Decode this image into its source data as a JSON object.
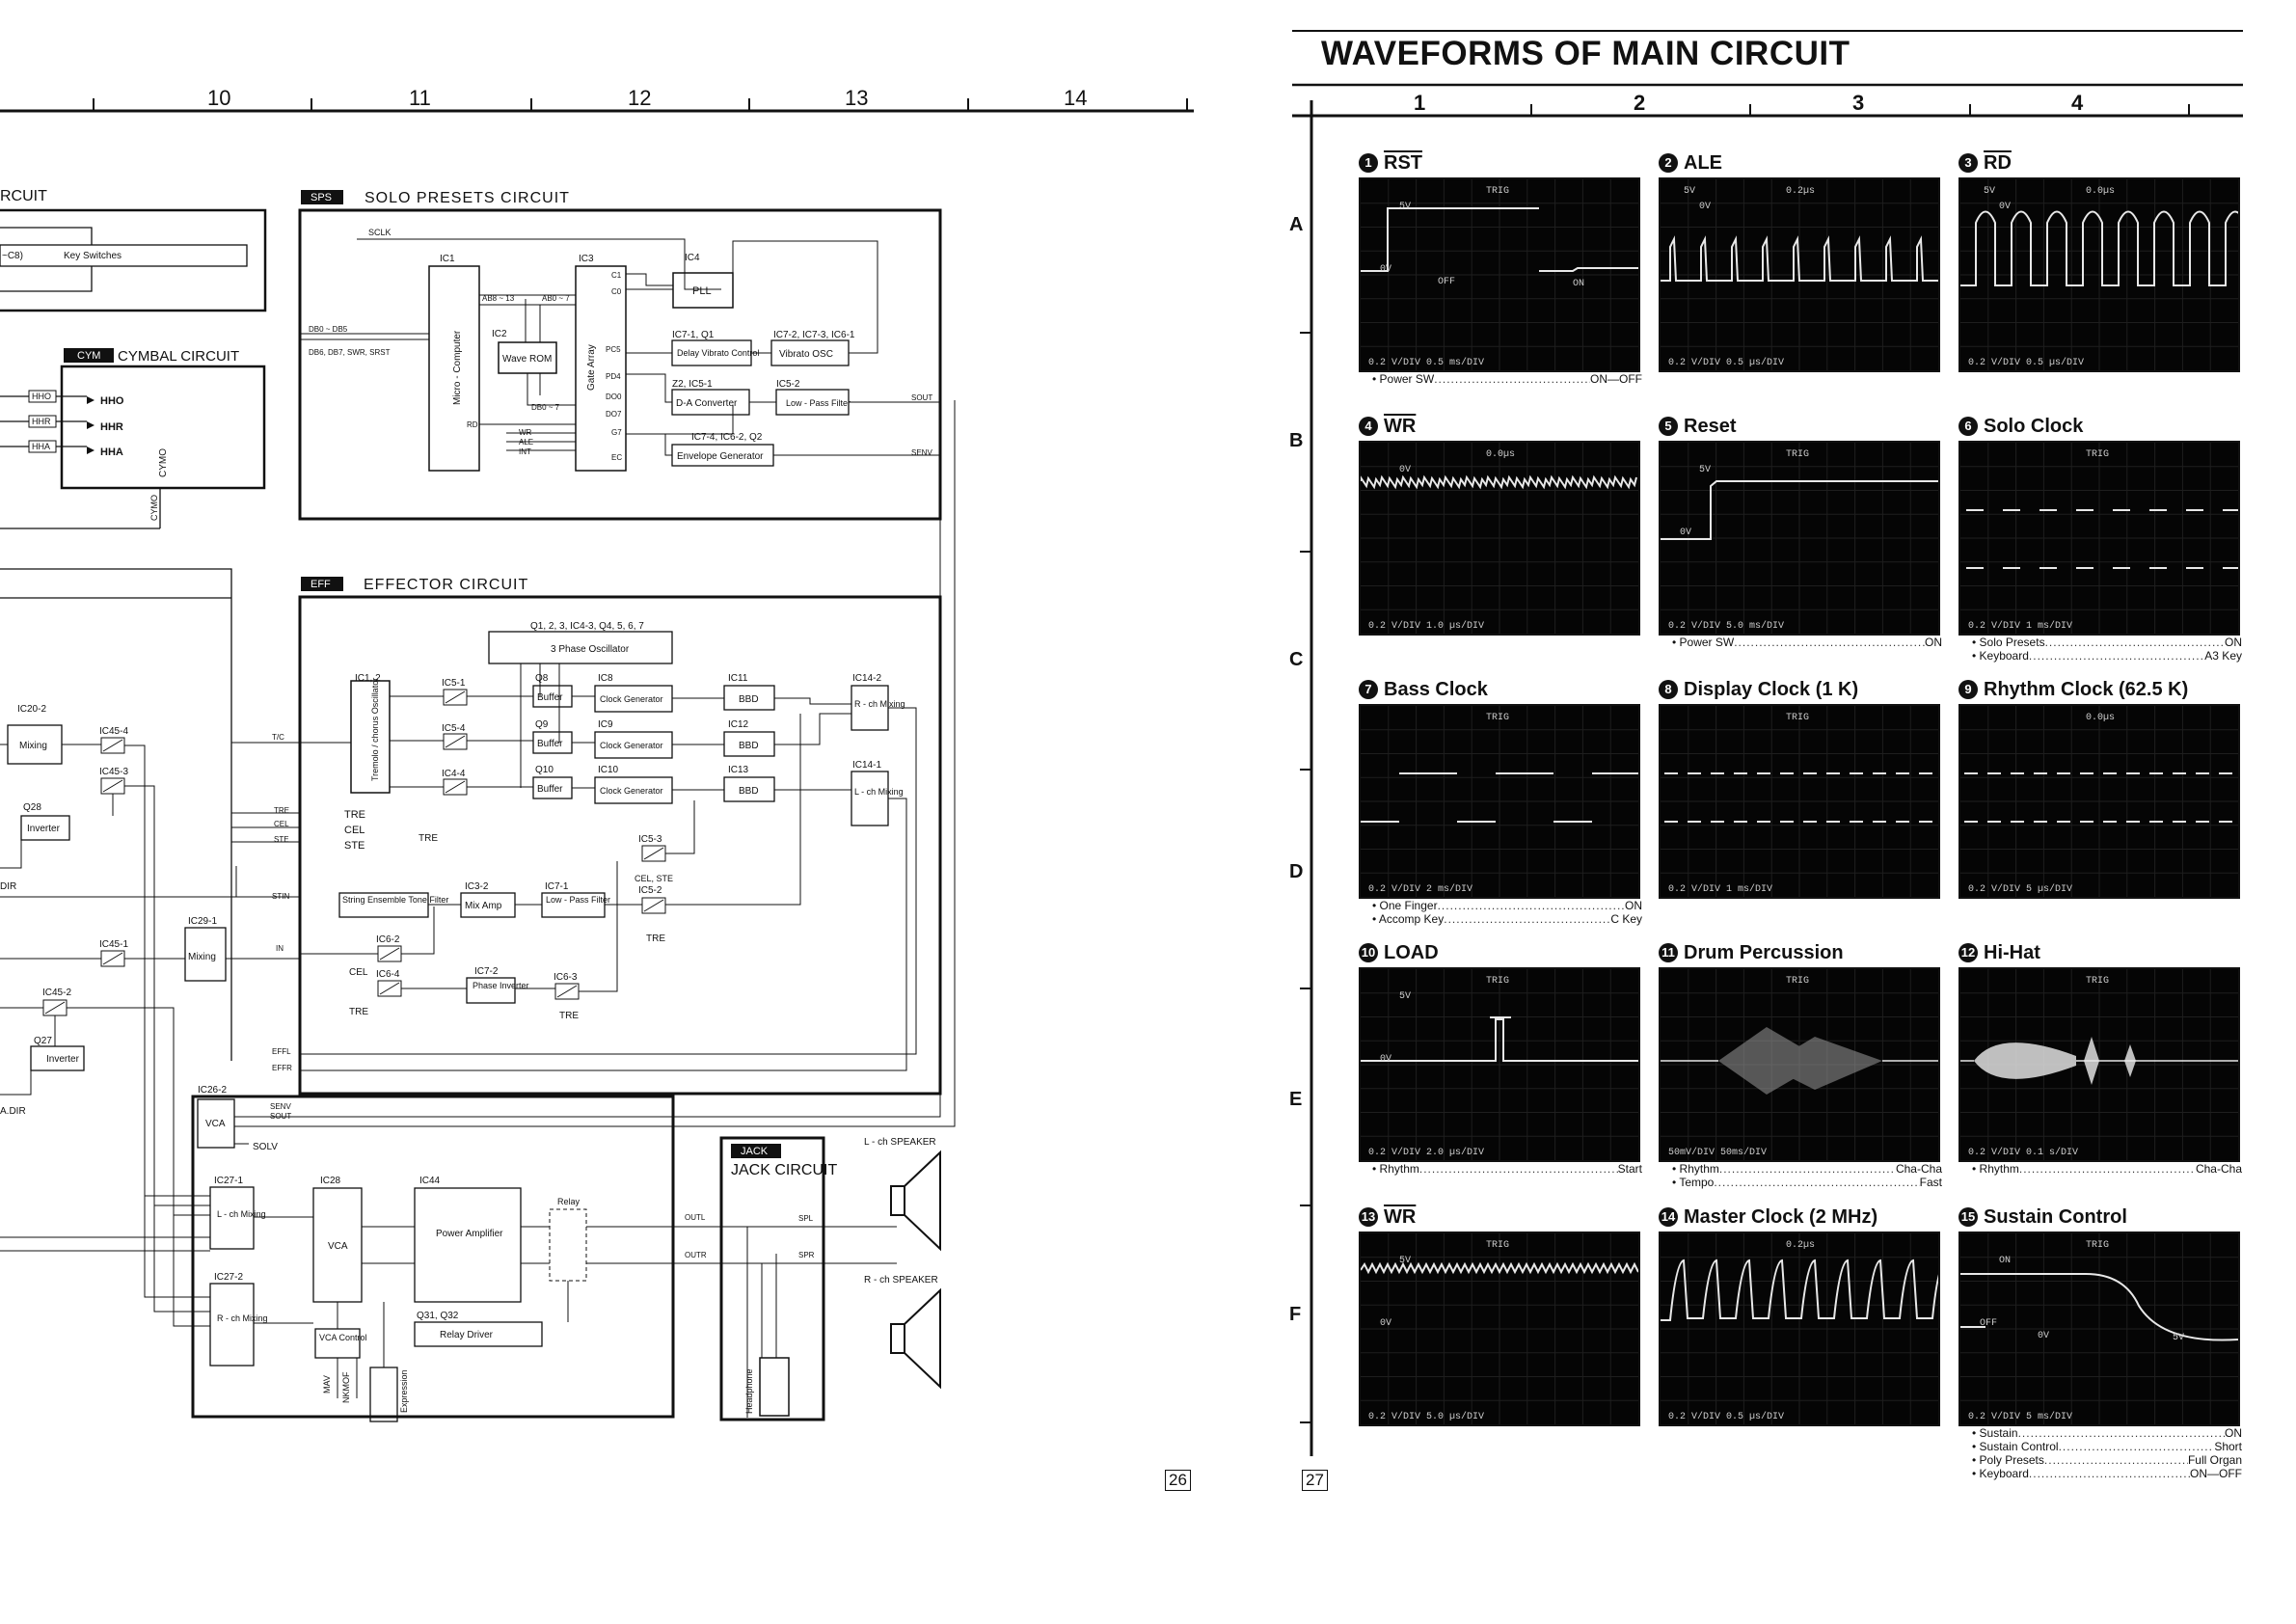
{
  "left_page": {
    "page_number": "26",
    "ruler_numbers": [
      "10",
      "11",
      "12",
      "13",
      "14"
    ],
    "blocks": {
      "key_circuit": {
        "title_fragment": "RCUIT",
        "key_switches": "Key Switches",
        "key_range_fragment": "~C8)"
      },
      "cymbal": {
        "tag": "CYM",
        "title": "CYMBAL CIRCUIT",
        "signals": [
          "HHO",
          "HHR",
          "HHA"
        ],
        "outputs": [
          "HHO",
          "HHR",
          "HHA"
        ],
        "cymo": "CYMO"
      },
      "solo": {
        "tag": "SPS",
        "title": "SOLO PRESETS CIRCUIT",
        "sclk": "SCLK",
        "ic1": "IC1",
        "micro": "Micro - Computer",
        "ic2": "IC2",
        "wave_rom": "Wave ROM",
        "ic3": "IC3",
        "gate_array": "Gate Array",
        "ic4": "IC4",
        "pll": "PLL",
        "delay_vib_ref": "IC7-1, Q1",
        "delay_vib": "Delay Vibrato Control",
        "vib_osc_ref": "IC7-2, IC7-3, IC6-1",
        "vib_osc": "Vibrato OSC",
        "da_ref": "Z2, IC5-1",
        "da": "D-A Converter",
        "lpf_ref": "IC5-2",
        "lpf": "Low - Pass Filter",
        "env_ref": "IC7-4, IC6-2, Q2",
        "env": "Envelope Generator",
        "bus1": "DB0 ~ DB5",
        "bus2": "DB6, DB7, SWR, SRST",
        "a_hi": "AB8 ~ 13",
        "a_lo": "AB0 ~ 7",
        "db": "DB0 ~ 7",
        "rd": "RD",
        "wr": "WR",
        "ale": "ALE",
        "int": "INT",
        "pins": [
          "C1",
          "C0",
          "PC5",
          "PD4",
          "DO0",
          "DO7",
          "G7",
          "EC"
        ],
        "sout": "SOUT",
        "senv": "SENV"
      },
      "effector": {
        "tag": "EFF",
        "title": "EFFECTOR CIRCUIT",
        "osc_ref": "Q1, 2, 3, IC4-3, Q4, 5, 6, 7",
        "osc": "3 Phase Oscillator",
        "tremolo_ref": "IC1, 2",
        "tremolo": "Tremolo / chorus Oscillator",
        "sw1": "IC5-1",
        "sw2": "IC5-4",
        "sw3": "IC4-4",
        "buffers": [
          {
            "ref": "Q8",
            "label": "Buffer"
          },
          {
            "ref": "Q9",
            "label": "Buffer"
          },
          {
            "ref": "Q10",
            "label": "Buffer"
          }
        ],
        "clocks": [
          {
            "ref": "IC8",
            "label": "Clock Generator"
          },
          {
            "ref": "IC9",
            "label": "Clock Generator"
          },
          {
            "ref": "IC10",
            "label": "Clock Generator"
          }
        ],
        "bbds": [
          {
            "ref": "IC11",
            "label": "BBD"
          },
          {
            "ref": "IC12",
            "label": "BBD"
          },
          {
            "ref": "IC13",
            "label": "BBD"
          }
        ],
        "rmix_ref": "IC14-2",
        "rmix": "R - ch Mixing",
        "lmix_ref": "IC14-1",
        "lmix": "L - ch Mixing",
        "sw_ic53": "IC5-3",
        "sw_ic52": "IC5-2",
        "celste": "CEL, STE",
        "tre": "TRE",
        "string_filter": "String Ensemble Tone Filter",
        "mixamp_ref": "IC3-2",
        "mixamp": "Mix Amp",
        "lp_ref": "IC7-1",
        "lp": "Low - Pass Filter",
        "ic62": "IC6-2",
        "ic64": "IC6-4",
        "ic63": "IC6-3",
        "inv_ref": "IC7-2",
        "inv": "Phase Inverter",
        "cel": "CEL",
        "ports": [
          "T/C",
          "TRE",
          "CEL",
          "STE",
          "STIN",
          "IN",
          "EFFL",
          "EFFR"
        ]
      },
      "left_col": {
        "ic20": "IC20-2",
        "mixing": "Mixing",
        "ic454": "IC45-4",
        "ic453": "IC45-3",
        "q28": "Q28",
        "inverter": "Inverter",
        "dir": "DIR",
        "ic451": "IC45-1",
        "ic291": "IC29-1",
        "mixing2": "Mixing",
        "ic452": "IC45-2",
        "q27": "Q27",
        "inverter2": "Inverter",
        "adir": "A.DIR",
        "tre_lbls": [
          "TRE",
          "CEL",
          "STE"
        ]
      },
      "output": {
        "ic262": "IC26-2",
        "vca": "VCA",
        "solv": "SOLV",
        "senv": "SENV",
        "sout": "SOUT",
        "ic271": "IC27-1",
        "lmix": "L - ch Mixing",
        "ic272": "IC27-2",
        "rmix": "R - ch Mixing",
        "ic28": "IC28",
        "vca2": "VCA",
        "ic44": "IC44",
        "power_amp": "Power Amplifier",
        "relay": "Relay",
        "q3132": "Q31, Q32",
        "relay_driver": "Relay Driver",
        "vca_control": "VCA Control",
        "mav": "MAV",
        "nkmof": "NKMOF",
        "expression": "Expression",
        "outl": "OUTL",
        "outr": "OUTR"
      },
      "jack": {
        "tag": "JACK",
        "title": "JACK CIRCUIT",
        "spl": "SPL",
        "spr": "SPR",
        "headphone": "Headphone",
        "lspeaker": "L - ch  SPEAKER",
        "rspeaker": "R - ch  SPEAKER"
      }
    }
  },
  "right_page": {
    "page_number": "27",
    "title": "WAVEFORMS OF MAIN CIRCUIT",
    "ruler_numbers": [
      "1",
      "2",
      "3",
      "4"
    ],
    "row_letters": [
      "A",
      "B",
      "C",
      "D",
      "E",
      "F"
    ],
    "panels": [
      {
        "num": "1",
        "title": "RST",
        "overline": true,
        "notes": [
          {
            "label": "• Power SW",
            "value": "ON—OFF"
          }
        ],
        "scope": {
          "wave": "step",
          "labels": [
            "TRIG",
            "5V",
            "0V",
            "ON",
            "OFF"
          ],
          "scale": "0.2 V/DIV 0.5 ms/DIV"
        }
      },
      {
        "num": "2",
        "title": "ALE",
        "overline": false,
        "notes": [],
        "scope": {
          "wave": "spikes",
          "labels": [
            "5V",
            "0V",
            "0.2µs"
          ],
          "scale": "0.2 V/DIV 0.5 µs/DIV"
        }
      },
      {
        "num": "3",
        "title": "RD",
        "overline": true,
        "notes": [],
        "scope": {
          "wave": "arches",
          "labels": [
            "5V",
            "0V",
            "0.0µs"
          ],
          "scale": "0.2 V/DIV 0.5 µs/DIV"
        }
      },
      {
        "num": "4",
        "title": "WR",
        "overline": true,
        "notes": [],
        "scope": {
          "wave": "noisy",
          "labels": [
            "0.0µs",
            "0V"
          ],
          "scale": "0.2 V/DIV 1.0 µs/DIV"
        }
      },
      {
        "num": "5",
        "title": "Reset",
        "overline": false,
        "notes": [
          {
            "label": "• Power SW",
            "value": "ON"
          }
        ],
        "scope": {
          "wave": "reset",
          "labels": [
            "TRIG",
            "5V",
            "0V"
          ],
          "scale": "0.2 V/DIV 5.0 ms/DIV"
        }
      },
      {
        "num": "6",
        "title": "Solo Clock",
        "overline": false,
        "notes": [
          {
            "label": "• Solo Presets",
            "value": "ON"
          },
          {
            "label": "• Keyboard",
            "value": "A3 Key"
          }
        ],
        "scope": {
          "wave": "dash",
          "labels": [
            "TRIG"
          ],
          "scale": "0.2 V/DIV 1 ms/DIV"
        }
      },
      {
        "num": "7",
        "title": "Bass Clock",
        "overline": false,
        "notes": [
          {
            "label": "• One Finger",
            "value": "ON"
          },
          {
            "label": "• Accomp Key",
            "value": "C Key"
          }
        ],
        "scope": {
          "wave": "square",
          "labels": [
            "TRIG"
          ],
          "scale": "0.2 V/DIV 2 ms/DIV"
        }
      },
      {
        "num": "8",
        "title": "Display Clock (1 K)",
        "overline": false,
        "notes": [],
        "scope": {
          "wave": "dashfine",
          "labels": [
            "TRIG"
          ],
          "scale": "0.2 V/DIV 1 ms/DIV"
        }
      },
      {
        "num": "9",
        "title": "Rhythm Clock (62.5 K)",
        "overline": false,
        "notes": [],
        "scope": {
          "wave": "dashfine",
          "labels": [
            "0.0µs"
          ],
          "scale": "0.2 V/DIV 5 µs/DIV"
        }
      },
      {
        "num": "10",
        "title": "LOAD",
        "overline": false,
        "notes": [
          {
            "label": "• Rhythm",
            "value": "Start"
          }
        ],
        "scope": {
          "wave": "load",
          "labels": [
            "TRIG",
            "5V",
            "0V"
          ],
          "scale": "0.2 V/DIV 2.0 µs/DIV"
        }
      },
      {
        "num": "11",
        "title": "Drum Percussion",
        "overline": false,
        "notes": [
          {
            "label": "• Rhythm",
            "value": "Cha-Cha"
          },
          {
            "label": "• Tempo",
            "value": "Fast"
          }
        ],
        "scope": {
          "wave": "drum",
          "labels": [
            "TRIG"
          ],
          "scale": "50mV/DIV 50ms/DIV"
        }
      },
      {
        "num": "12",
        "title": "Hi-Hat",
        "overline": false,
        "notes": [
          {
            "label": "• Rhythm",
            "value": "Cha-Cha"
          }
        ],
        "scope": {
          "wave": "hihat",
          "labels": [
            "TRIG"
          ],
          "scale": "0.2 V/DIV 0.1 s/DIV"
        }
      },
      {
        "num": "13",
        "title": "WR",
        "overline": true,
        "notes": [],
        "scope": {
          "wave": "saw",
          "labels": [
            "TRIG",
            "5V",
            "0V"
          ],
          "scale": "0.2 V/DIV 5.0 µs/DIV"
        }
      },
      {
        "num": "14",
        "title": "Master Clock (2 MHz)",
        "overline": false,
        "notes": [],
        "scope": {
          "wave": "clock",
          "labels": [
            "0.2µs"
          ],
          "scale": "0.2 V/DIV 0.5 µs/DIV"
        }
      },
      {
        "num": "15",
        "title": "Sustain Control",
        "overline": false,
        "notes": [
          {
            "label": "• Sustain",
            "value": "ON"
          },
          {
            "label": "• Sustain Control",
            "value": "Short"
          },
          {
            "label": "• Poly Presets",
            "value": "Full Organ"
          },
          {
            "label": "• Keyboard",
            "value": "ON—OFF"
          }
        ],
        "scope": {
          "wave": "decay",
          "labels": [
            "TRIG",
            "ON",
            "OFF",
            "5V",
            "0V"
          ],
          "scale": "0.2 V/DIV 5 ms/DIV"
        }
      }
    ]
  }
}
